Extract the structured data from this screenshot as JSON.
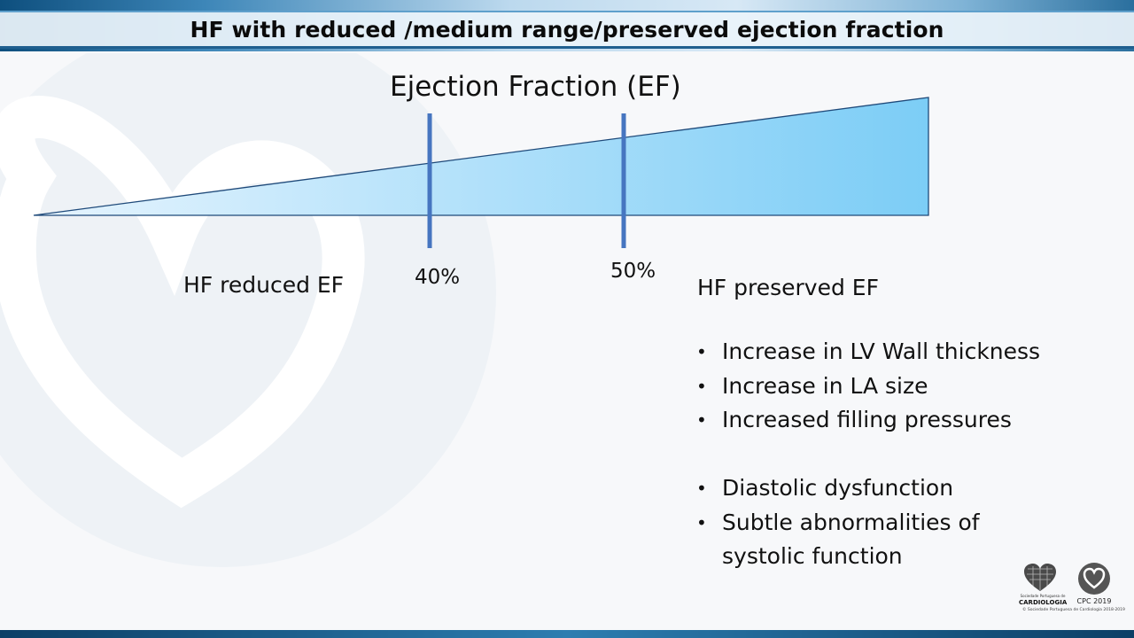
{
  "slide": {
    "title": "HF with reduced /medium range/preserved ejection fraction"
  },
  "diagram": {
    "title": "Ejection Fraction (EF)",
    "label_reduced": "HF reduced EF",
    "marker_40": "40%",
    "marker_50": "50%",
    "label_preserved": "HF preserved EF",
    "colors": {
      "wedge_light": "#e6f4fe",
      "wedge_dark": "#7ccdf6",
      "outline": "#1f4a7a",
      "marker": "#4675c0"
    }
  },
  "bullets": {
    "group1": [
      "Increase in LV Wall thickness",
      "Increase in LA size",
      "Increased filling pressures"
    ],
    "group2": [
      "Diastolic dysfunction",
      "Subtle abnormalities of",
      "systolic function"
    ]
  },
  "logos": {
    "spc_small": "Sociedade Portuguesa de",
    "spc_name": "CARDIOLOGIA",
    "cpc_label": "CPC 2019",
    "copyright": "© Sociedade Portuguesa de Cardiologia 2018-2019"
  }
}
